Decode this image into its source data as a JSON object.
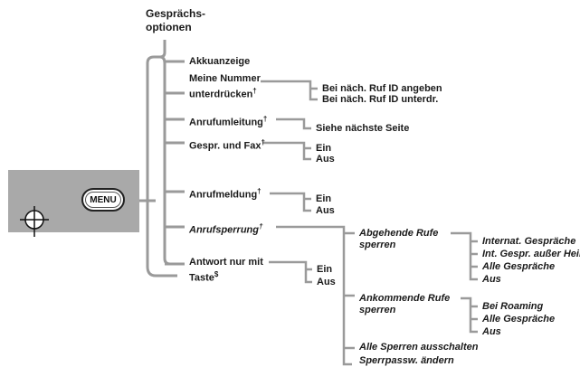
{
  "phone": {
    "menu_label": "MENU",
    "nav_icon": "crosshair-icon"
  },
  "root": {
    "line1": "Gesprächs-",
    "line2": "optionen"
  },
  "menu": {
    "akku": "Akkuanzeige",
    "nummer_line1": "Meine Nummer",
    "nummer_line2": "unterdrücken",
    "umleitung": "Anrufumleitung",
    "fax": "Gespr. und Fax",
    "meldung": "Anrufmeldung",
    "sperrung": "Anrufsperrung",
    "antwort_line1": "Antwort nur mit",
    "antwort_line2": "Taste",
    "dagger": "†",
    "dollar": "$"
  },
  "nummer_opts": {
    "opt1": "Bei näch. Ruf ID angeben",
    "opt2": "Bei näch. Ruf ID unterdr."
  },
  "umleitung_opts": {
    "opt1": "Siehe nächste Seite"
  },
  "fax_opts": {
    "opt1": "Ein",
    "opt2": "Aus"
  },
  "meldung_opts": {
    "opt1": "Ein",
    "opt2": "Aus"
  },
  "antwort_opts": {
    "opt1": "Ein",
    "opt2": "Aus"
  },
  "sperr_opts": {
    "abgehend_line1": "Abgehende Rufe",
    "abgehend_line2": "sperren",
    "ankommend_line1": "Ankommende Rufe",
    "ankommend_line2": "sperren",
    "alle_aus": "Alle Sperren ausschalten",
    "passw": "Sperrpassw. ändern"
  },
  "abgehend_opts": {
    "opt1": "Internat. Gespräche",
    "opt2": "Int. Gespr. außer Heim",
    "opt3": "Alle Gespräche",
    "opt4": "Aus"
  },
  "ankommend_opts": {
    "opt1": "Bei Roaming",
    "opt2": "Alle Gespräche",
    "opt3": "Aus"
  }
}
